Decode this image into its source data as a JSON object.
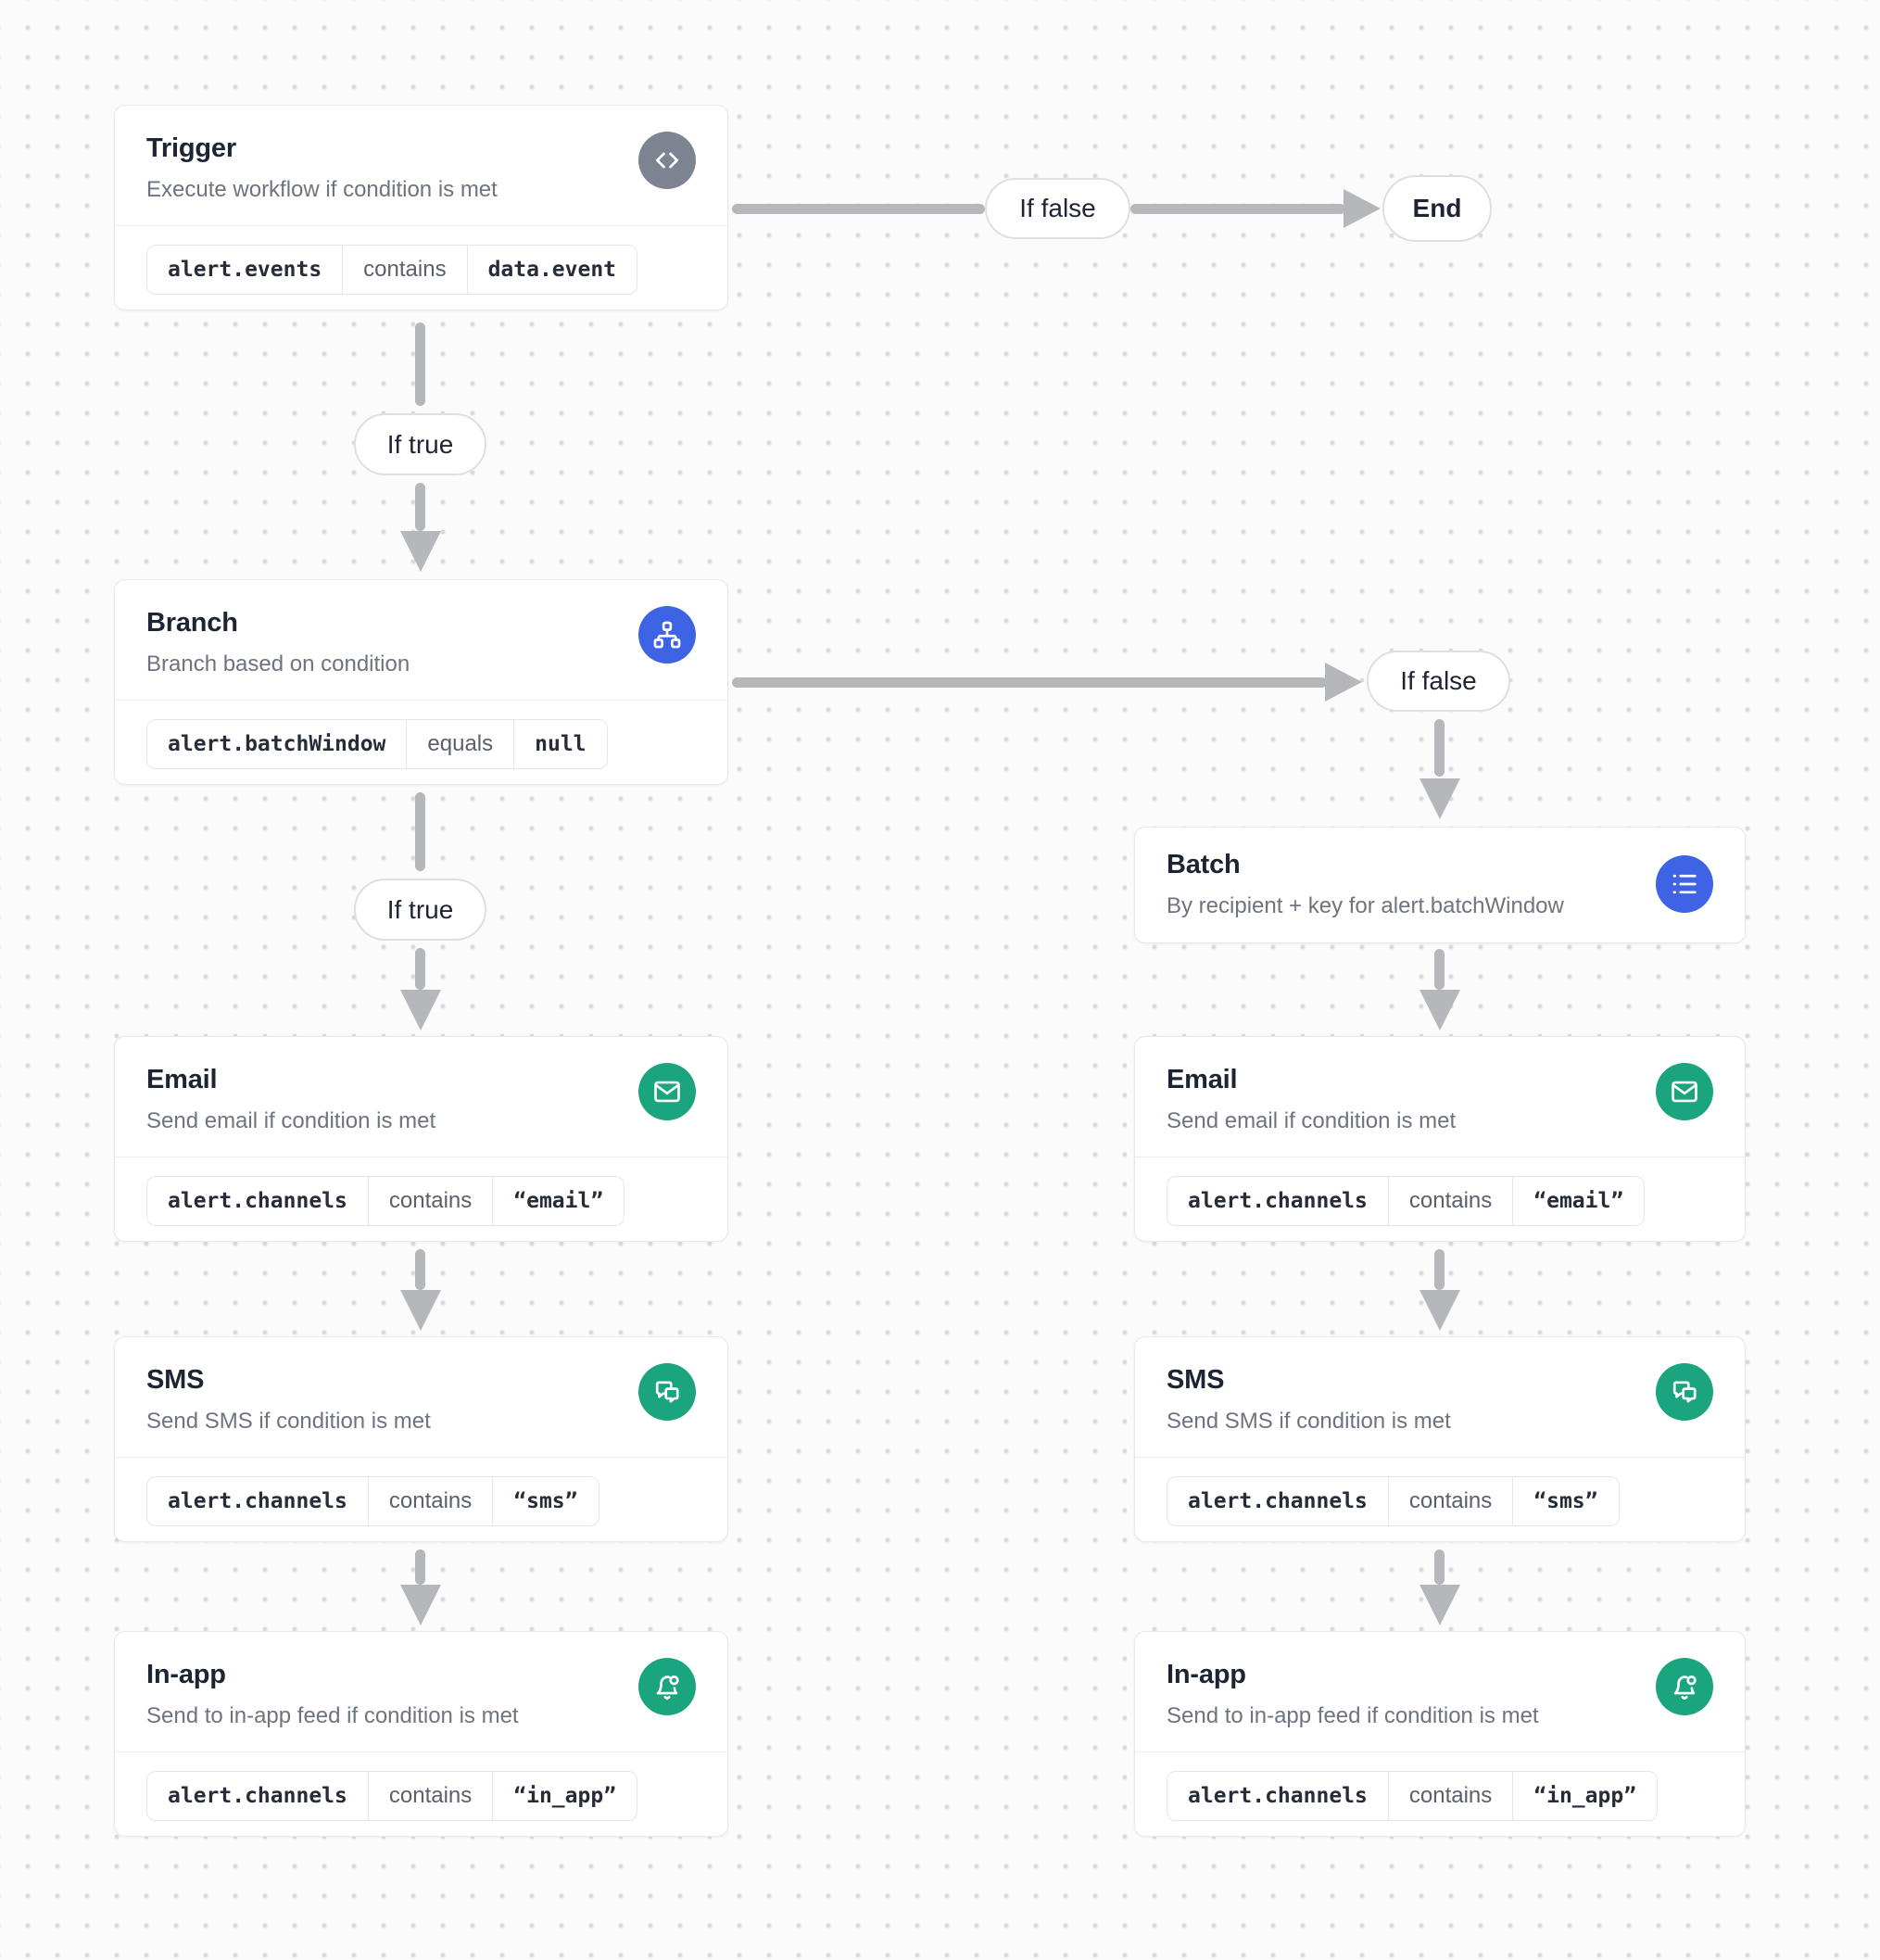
{
  "colors": {
    "accent_blue": "#3e63e5",
    "accent_green": "#1aa57e",
    "trigger_gray": "#7d8491",
    "arrow_gray": "#b5b7bb"
  },
  "edge_labels": {
    "if_true": "If true",
    "if_false": "If false",
    "end": "End"
  },
  "nodes": {
    "trigger": {
      "title": "Trigger",
      "subtitle": "Execute workflow if condition is met",
      "icon": "code-icon",
      "condition": {
        "field": "alert.events",
        "operator": "contains",
        "value": "data.event"
      }
    },
    "branch": {
      "title": "Branch",
      "subtitle": "Branch based on condition",
      "icon": "branch-icon",
      "condition": {
        "field": "alert.batchWindow",
        "operator": "equals",
        "value": "null"
      }
    },
    "batch": {
      "title": "Batch",
      "subtitle": "By recipient + key for alert.batchWindow",
      "icon": "list-icon"
    },
    "email": {
      "title": "Email",
      "subtitle": "Send email if condition is met",
      "icon": "mail-icon",
      "condition": {
        "field": "alert.channels",
        "operator": "contains",
        "value": "“email”"
      }
    },
    "sms": {
      "title": "SMS",
      "subtitle": "Send SMS if condition is met",
      "icon": "chat-icon",
      "condition": {
        "field": "alert.channels",
        "operator": "contains",
        "value": "“sms”"
      }
    },
    "in_app": {
      "title": "In-app",
      "subtitle": "Send to in-app feed if condition is met",
      "icon": "bell-icon",
      "condition": {
        "field": "alert.channels",
        "operator": "contains",
        "value": "“in_app”"
      }
    }
  }
}
